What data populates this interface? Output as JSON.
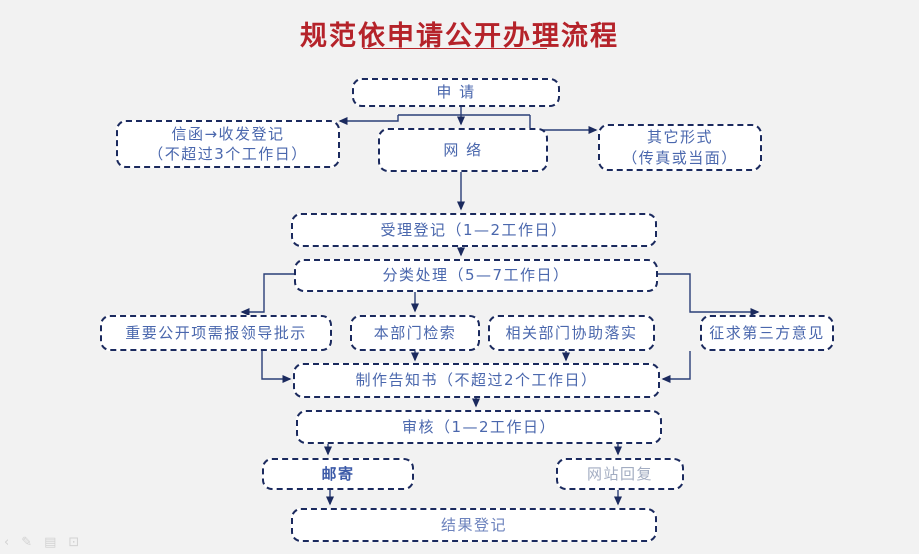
{
  "title": {
    "text": "规范依申请公开办理流程"
  },
  "colors": {
    "title_red": "#b5232a",
    "node_blue": "#4a67ad",
    "border_navy": "#1b2a5e",
    "background": "#f2f2f2"
  },
  "nodes": {
    "apply": {
      "label": "申 请"
    },
    "letter": {
      "line1": "信函→收发登记",
      "line2": "（不超过3个工作日）"
    },
    "network": {
      "label": "网 络"
    },
    "other": {
      "line1": "其它形式",
      "line2": "（传真或当面）"
    },
    "accept": {
      "label": "受理登记（1—2工作日）"
    },
    "classify": {
      "label": "分类处理（5—7工作日）"
    },
    "leader": {
      "label": "重要公开项需报领导批示"
    },
    "dept_search": {
      "label": "本部门检索"
    },
    "related_dept": {
      "label": "相关部门协助落实"
    },
    "third_party": {
      "label": "征求第三方意见"
    },
    "notice": {
      "label": "制作告知书（不超过2个工作日）"
    },
    "review": {
      "label": "审核（1—2工作日）"
    },
    "mail": {
      "label": "邮寄"
    },
    "website_reply": {
      "label": "网站回复"
    },
    "result": {
      "label": "结果登记"
    }
  },
  "toolbar": {
    "icons": [
      {
        "name": "back-arrow-icon",
        "glyph": "‹"
      },
      {
        "name": "pen-icon",
        "glyph": "✎"
      },
      {
        "name": "menu-icon",
        "glyph": "▤"
      },
      {
        "name": "display-icon",
        "glyph": "⊡"
      }
    ]
  }
}
